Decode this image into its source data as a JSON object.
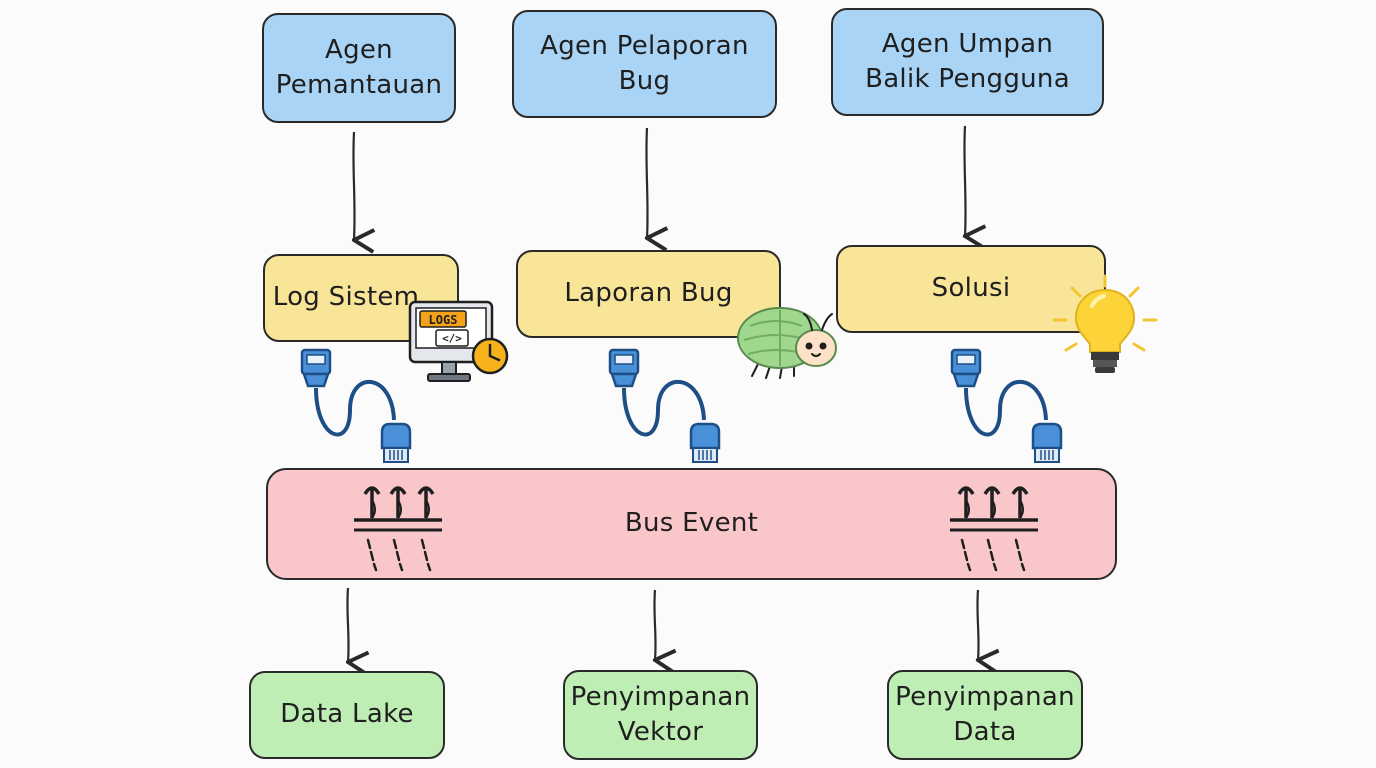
{
  "agents": [
    {
      "label": "Agen\nPemantauan"
    },
    {
      "label": "Agen Pelaporan\nBug"
    },
    {
      "label": "Agen Umpan\nBalik Pengguna"
    }
  ],
  "artifacts": [
    {
      "label": "Log Sistem"
    },
    {
      "label": "Laporan Bug"
    },
    {
      "label": "Solusi"
    }
  ],
  "bus": {
    "label": "Bus Event"
  },
  "stores": [
    {
      "label": "Data Lake"
    },
    {
      "label": "Penyimpanan\nVektor"
    },
    {
      "label": "Penyimpanan\nData"
    }
  ],
  "logs_icon": {
    "badge": "LOGS",
    "code": "</>"
  },
  "colors": {
    "agent": "#a9d4f5",
    "artifact": "#f8e598",
    "bus": "#f9c6c9",
    "store": "#bfeeb4",
    "cable": "#1d4f86",
    "plug": "#4a90d9"
  }
}
